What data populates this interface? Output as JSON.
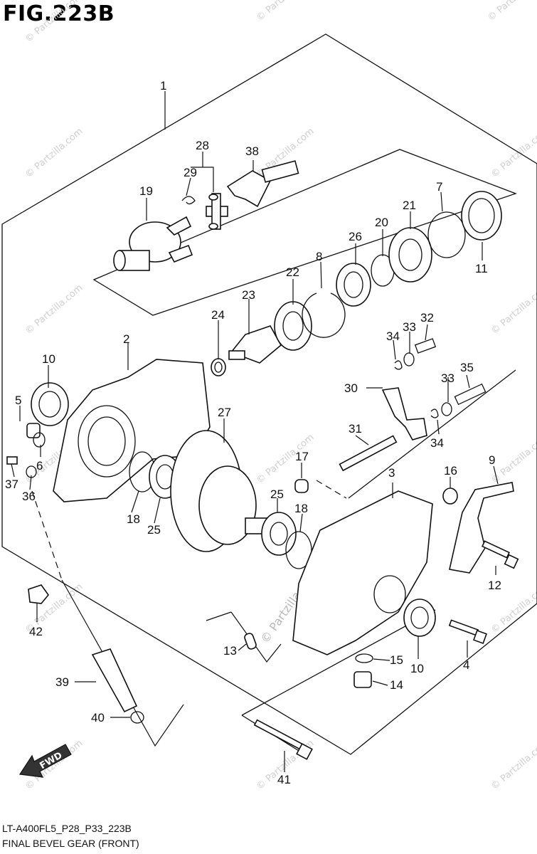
{
  "figure": {
    "title": "FIG.223B",
    "diagram_code": "LT-A400FL5_P28_P33_223B",
    "diagram_name": "FINAL BEVEL GEAR (FRONT)",
    "watermark": "© Partzilla.com",
    "center_watermark": "© Partzilla.com",
    "fwd_label": "FWD"
  },
  "callouts": [
    {
      "id": "1",
      "label": "1"
    },
    {
      "id": "2",
      "label": "2"
    },
    {
      "id": "3",
      "label": "3"
    },
    {
      "id": "4",
      "label": "4"
    },
    {
      "id": "5",
      "label": "5"
    },
    {
      "id": "6",
      "label": "6"
    },
    {
      "id": "7",
      "label": "7"
    },
    {
      "id": "8",
      "label": "8"
    },
    {
      "id": "9",
      "label": "9"
    },
    {
      "id": "10a",
      "label": "10"
    },
    {
      "id": "10b",
      "label": "10"
    },
    {
      "id": "11",
      "label": "11"
    },
    {
      "id": "12",
      "label": "12"
    },
    {
      "id": "13",
      "label": "13"
    },
    {
      "id": "14",
      "label": "14"
    },
    {
      "id": "15",
      "label": "15"
    },
    {
      "id": "16",
      "label": "16"
    },
    {
      "id": "17",
      "label": "17"
    },
    {
      "id": "18a",
      "label": "18"
    },
    {
      "id": "18b",
      "label": "18"
    },
    {
      "id": "19",
      "label": "19"
    },
    {
      "id": "20",
      "label": "20"
    },
    {
      "id": "21",
      "label": "21"
    },
    {
      "id": "22",
      "label": "22"
    },
    {
      "id": "23",
      "label": "23"
    },
    {
      "id": "24",
      "label": "24"
    },
    {
      "id": "25a",
      "label": "25"
    },
    {
      "id": "25b",
      "label": "25"
    },
    {
      "id": "26",
      "label": "26"
    },
    {
      "id": "27",
      "label": "27"
    },
    {
      "id": "28",
      "label": "28"
    },
    {
      "id": "29",
      "label": "29"
    },
    {
      "id": "30",
      "label": "30"
    },
    {
      "id": "31",
      "label": "31"
    },
    {
      "id": "32",
      "label": "32"
    },
    {
      "id": "33a",
      "label": "33"
    },
    {
      "id": "33b",
      "label": "33"
    },
    {
      "id": "34a",
      "label": "34"
    },
    {
      "id": "34b",
      "label": "34"
    },
    {
      "id": "35",
      "label": "35"
    },
    {
      "id": "36",
      "label": "36"
    },
    {
      "id": "37",
      "label": "37"
    },
    {
      "id": "38",
      "label": "38"
    },
    {
      "id": "39",
      "label": "39"
    },
    {
      "id": "40",
      "label": "40"
    },
    {
      "id": "41",
      "label": "41"
    },
    {
      "id": "42",
      "label": "42"
    }
  ]
}
